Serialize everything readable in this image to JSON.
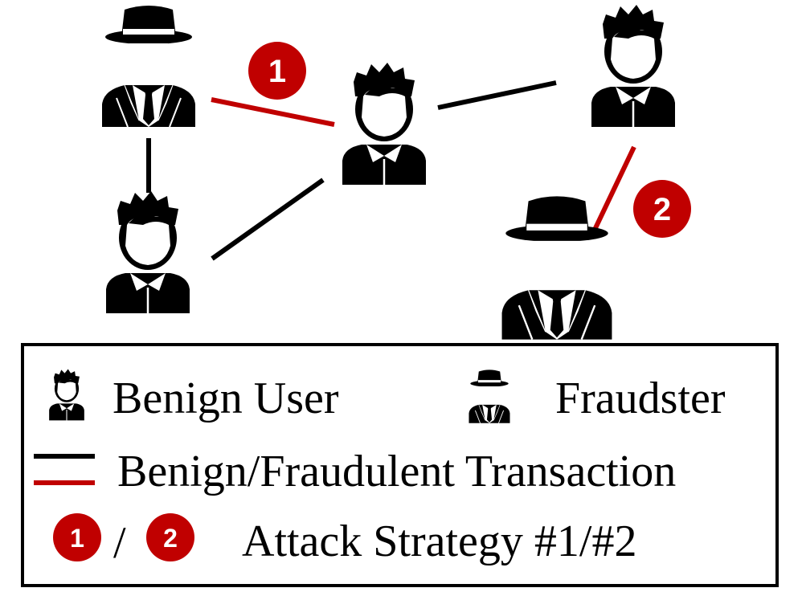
{
  "nodes": [
    {
      "id": "fraudster-top-left",
      "kind": "fraudster"
    },
    {
      "id": "benign-bottom-left",
      "kind": "benign"
    },
    {
      "id": "benign-center",
      "kind": "benign"
    },
    {
      "id": "benign-top-right",
      "kind": "benign"
    },
    {
      "id": "fraudster-bottom-right",
      "kind": "fraudster"
    }
  ],
  "edges": [
    {
      "from": "fraudster-top-left",
      "to": "benign-center",
      "kind": "fraudulent",
      "strategy": "1"
    },
    {
      "from": "fraudster-top-left",
      "to": "benign-bottom-left",
      "kind": "benign"
    },
    {
      "from": "benign-bottom-left",
      "to": "benign-center",
      "kind": "benign"
    },
    {
      "from": "benign-center",
      "to": "benign-top-right",
      "kind": "benign"
    },
    {
      "from": "benign-top-right",
      "to": "fraudster-bottom-right",
      "kind": "fraudulent",
      "strategy": "2"
    }
  ],
  "badges": {
    "one": "1",
    "two": "2"
  },
  "legend": {
    "benign_user": "Benign User",
    "fraudster": "Fraudster",
    "transaction": "Benign/Fraudulent Transaction",
    "badge_one": "1",
    "slash": "/",
    "badge_two": "2",
    "attack": "Attack Strategy #1/#2"
  },
  "colors": {
    "benign_edge": "#000000",
    "fraud_edge": "#c00000",
    "badge": "#c00000",
    "icon": "#000000"
  }
}
